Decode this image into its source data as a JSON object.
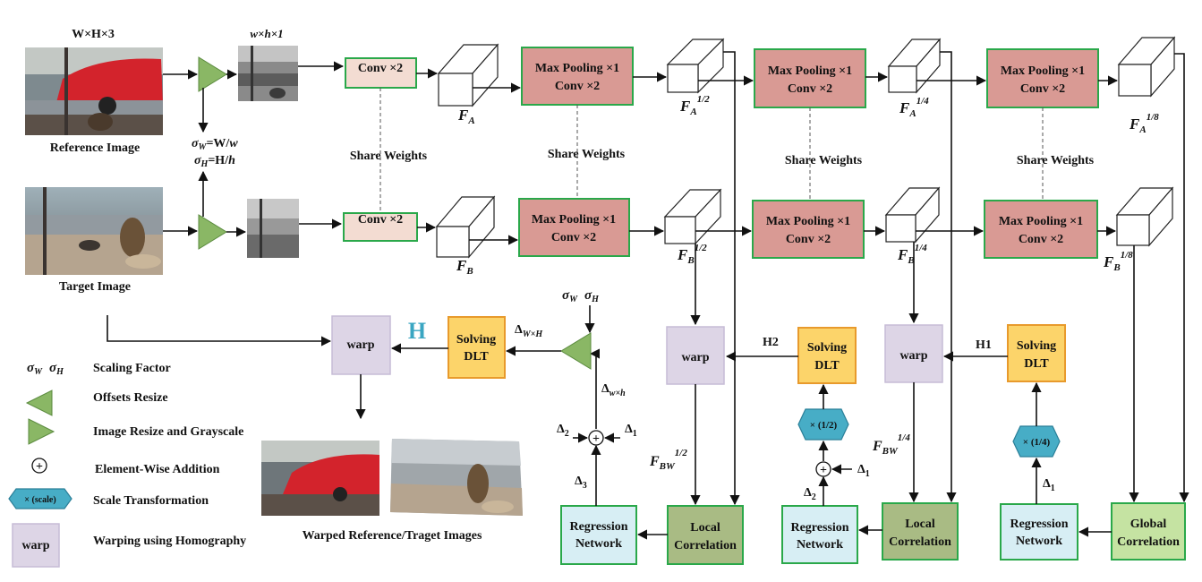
{
  "colors": {
    "conv_fill": "#f3dcd2",
    "conv_stroke": "#2aa84a",
    "pool_fill": "#d99a94",
    "pool_stroke": "#2aa84a",
    "dlt_fill": "#fcd46a",
    "dlt_stroke": "#e89a2c",
    "warp_fill": "#ddd5e6",
    "warp_stroke": "#c6bcd6",
    "regression_fill": "#d7eef4",
    "regression_stroke": "#2aa84a",
    "local_corr_fill": "#a9bb84",
    "global_corr_fill": "#c5e3a2",
    "triangle_fill": "#8ab765",
    "hex_fill": "#47adc6",
    "hex_stroke": "#2b7f98",
    "accent_H": "#3aa6c2"
  },
  "inputs": {
    "dims_label": "W×H×3",
    "small_dims_label": "w×h×1",
    "reference_label": "Reference Image",
    "target_label": "Target Image",
    "sigma_w_eq": "σ",
    "sigma_w_sub": "W",
    "sigma_w_rhs": "=W/",
    "sigma_w_rhs_it": "w",
    "sigma_h_eq": "σ",
    "sigma_h_sub": "H",
    "sigma_h_rhs": "=H/",
    "sigma_h_rhs_it": "h"
  },
  "blocks": {
    "conv": "Conv ×2",
    "pool_line1": "Max Pooling ×1",
    "pool_line2": "Conv ×2",
    "share_weights": "Share Weights",
    "warp": "warp",
    "solving_line1": "Solving",
    "solving_line2": "DLT",
    "regression_line1": "Regression",
    "regression_line2": "Network",
    "local_line1": "Local",
    "local_line2": "Correlation",
    "global_line1": "Global",
    "global_line2": "Correlation",
    "hex_half": "× (1/2)",
    "hex_quarter": "× (1/4)",
    "plus": "+"
  },
  "features": {
    "F": "F",
    "A": "A",
    "B": "B",
    "BW": "BW",
    "half": "1/2",
    "quarter": "1/4",
    "eighth": "1/8"
  },
  "homography": {
    "H": "H",
    "H1": "H1",
    "H2": "H2",
    "delta": "Δ",
    "d1": "1",
    "d2": "2",
    "d3": "3",
    "dWH": "W×H",
    "dwh": "w×h",
    "sigma": "σ",
    "sW": "W",
    "sH": "H"
  },
  "legend": {
    "scaling_factor": "Scaling Factor",
    "offsets_resize": "Offsets Resize",
    "image_resize": "Image Resize and Grayscale",
    "elementwise": "Element-Wise Addition",
    "scale_transformation": "Scale Transformation",
    "hex_scale": "× (scale)",
    "warping": "Warping using Homography",
    "warp_word": "warp"
  },
  "output": {
    "warped_caption": "Warped Reference/Traget Images"
  }
}
